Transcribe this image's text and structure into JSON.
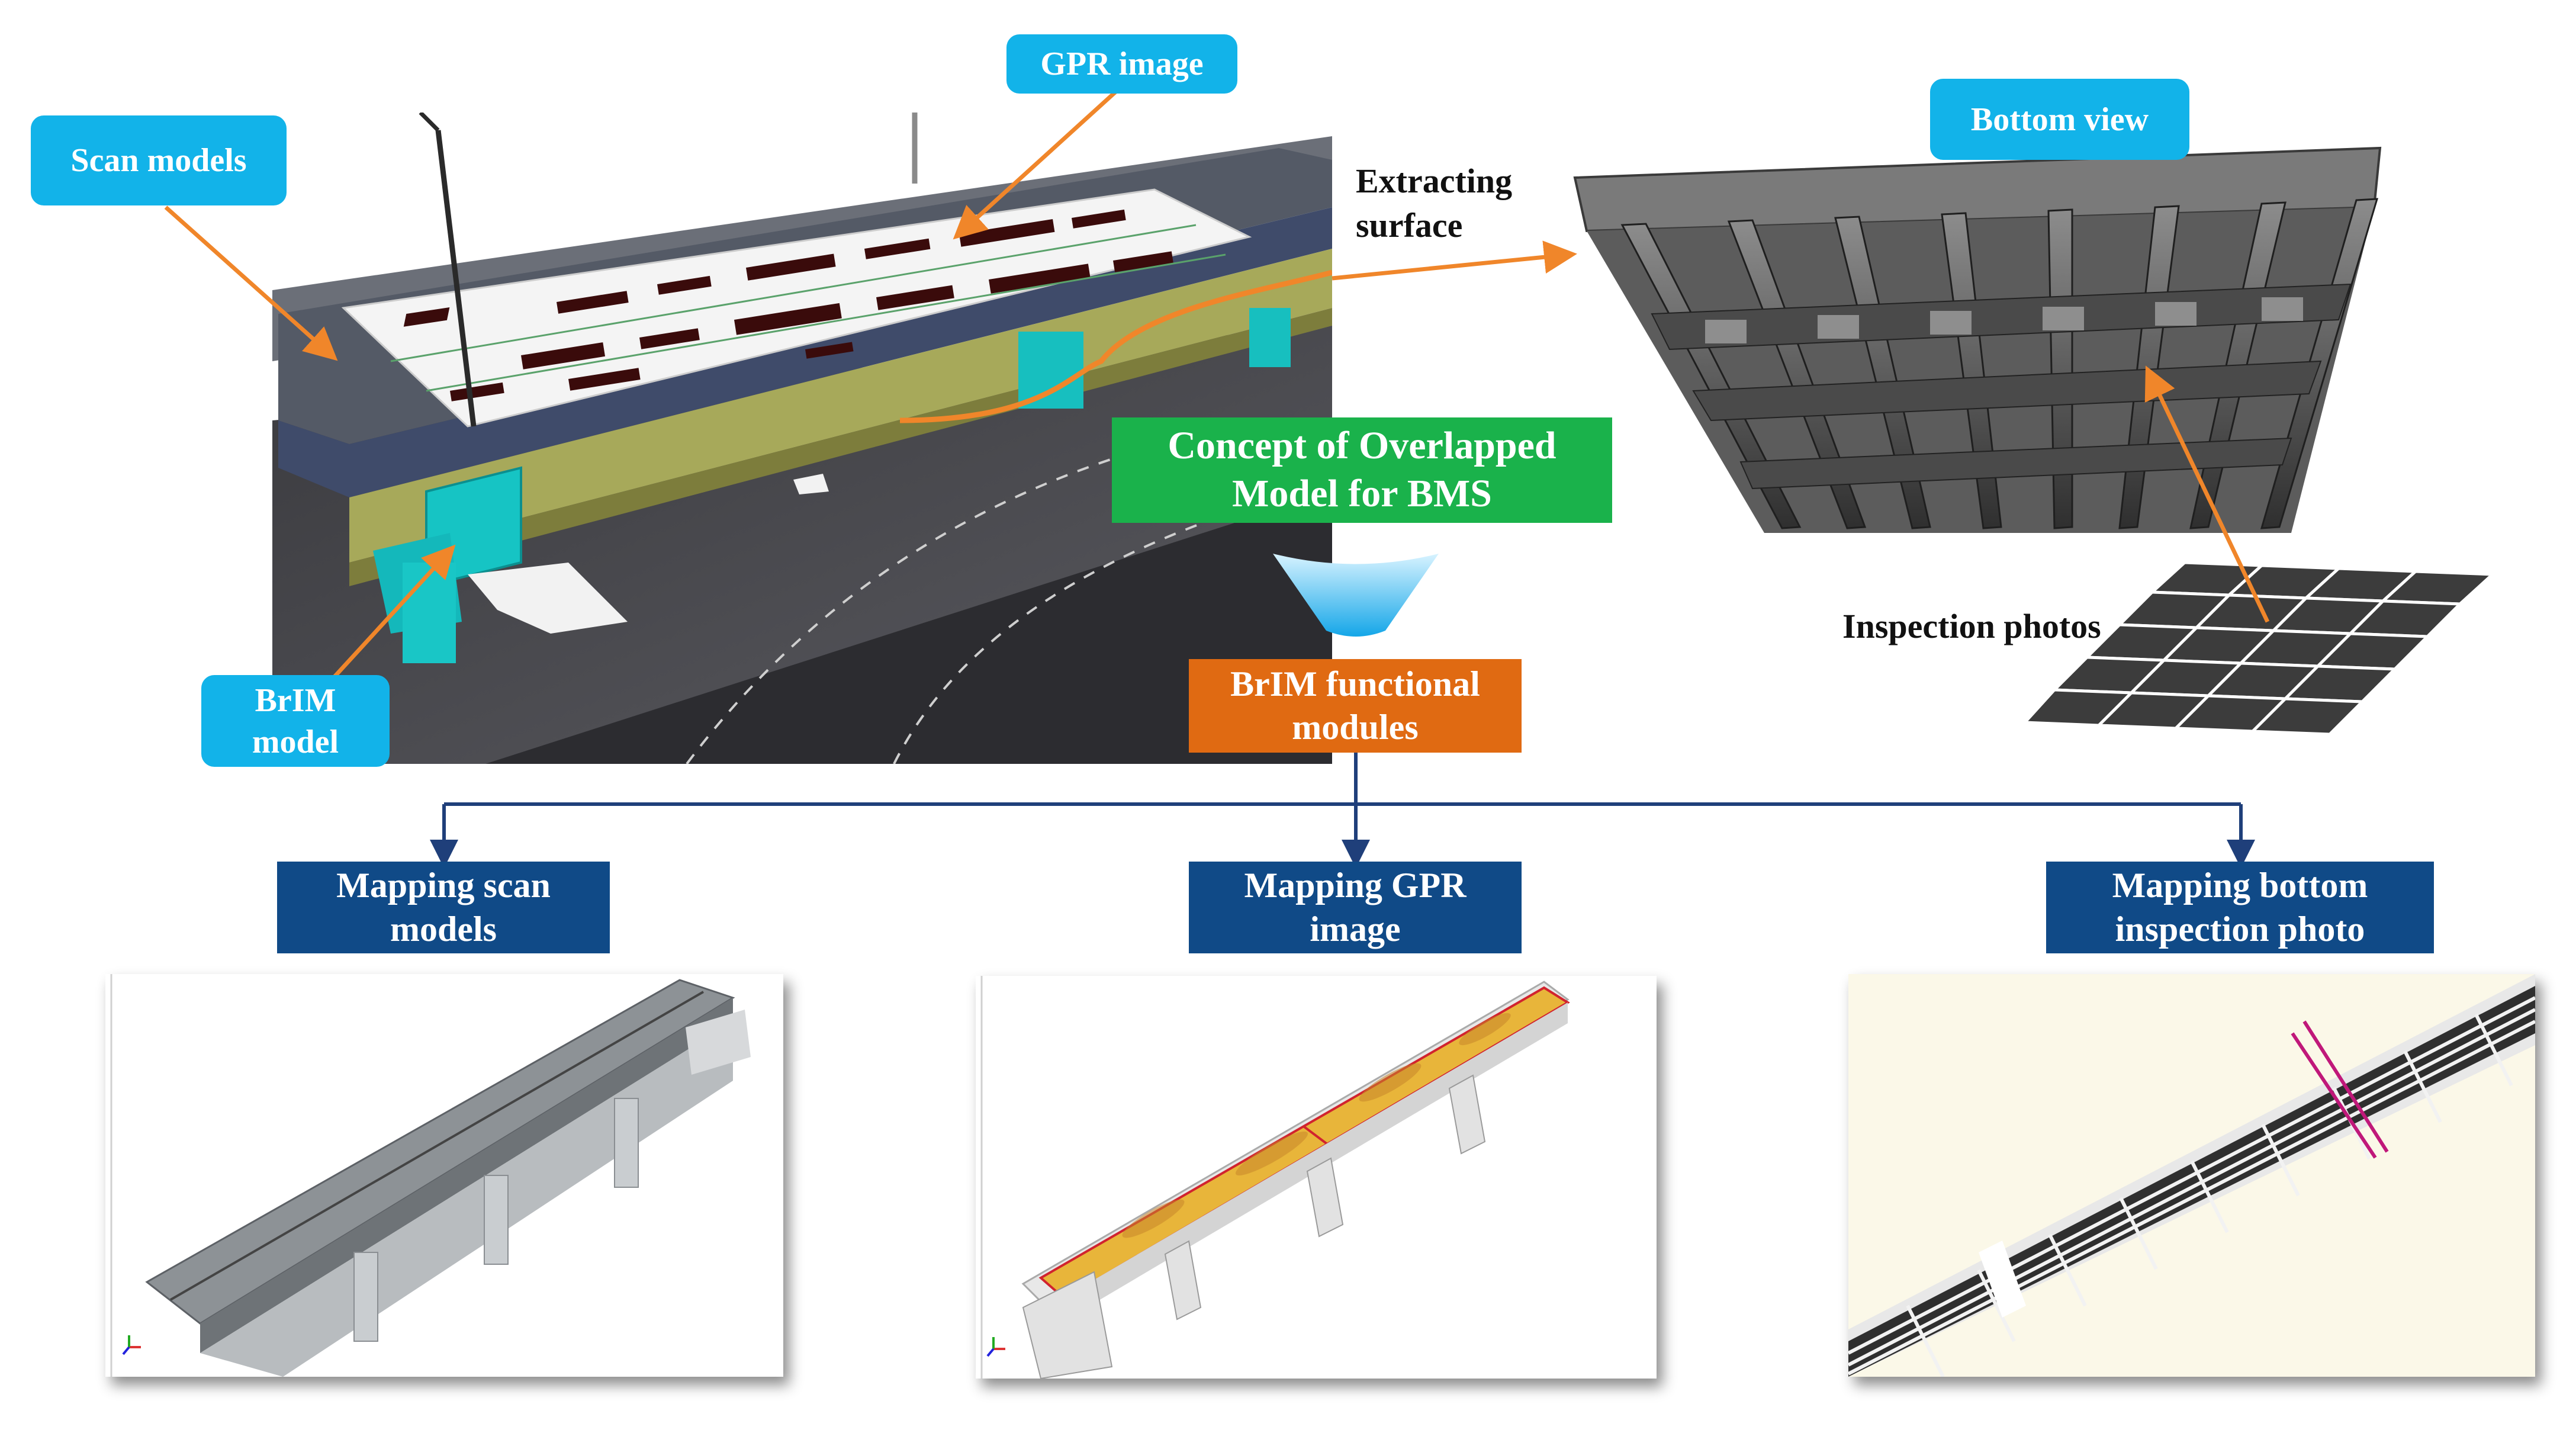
{
  "labels": {
    "scan_models": "Scan models",
    "gpr_image": "GPR image",
    "brim_model": "BrIM\nmodel",
    "bottom_view": "Bottom view",
    "extracting_surface": "Extracting\nsurface",
    "inspection_photos": "Inspection photos",
    "concept": "Concept of Overlapped\nModel for BMS",
    "brim_modules": "BrIM functional\nmodules",
    "mapping_scan": "Mapping scan\nmodels",
    "mapping_gpr": "Mapping GPR\nimage",
    "mapping_bottom": "Mapping bottom\ninspection photo"
  },
  "colors": {
    "cyan_label": "#12b3e9",
    "navy_label": "#104a87",
    "green_label": "#1ab24b",
    "orange_label": "#e06a12",
    "callout_arrow": "#f0862a",
    "connector": "#1f3f7a",
    "gpr_fill": "#e8b53a"
  }
}
